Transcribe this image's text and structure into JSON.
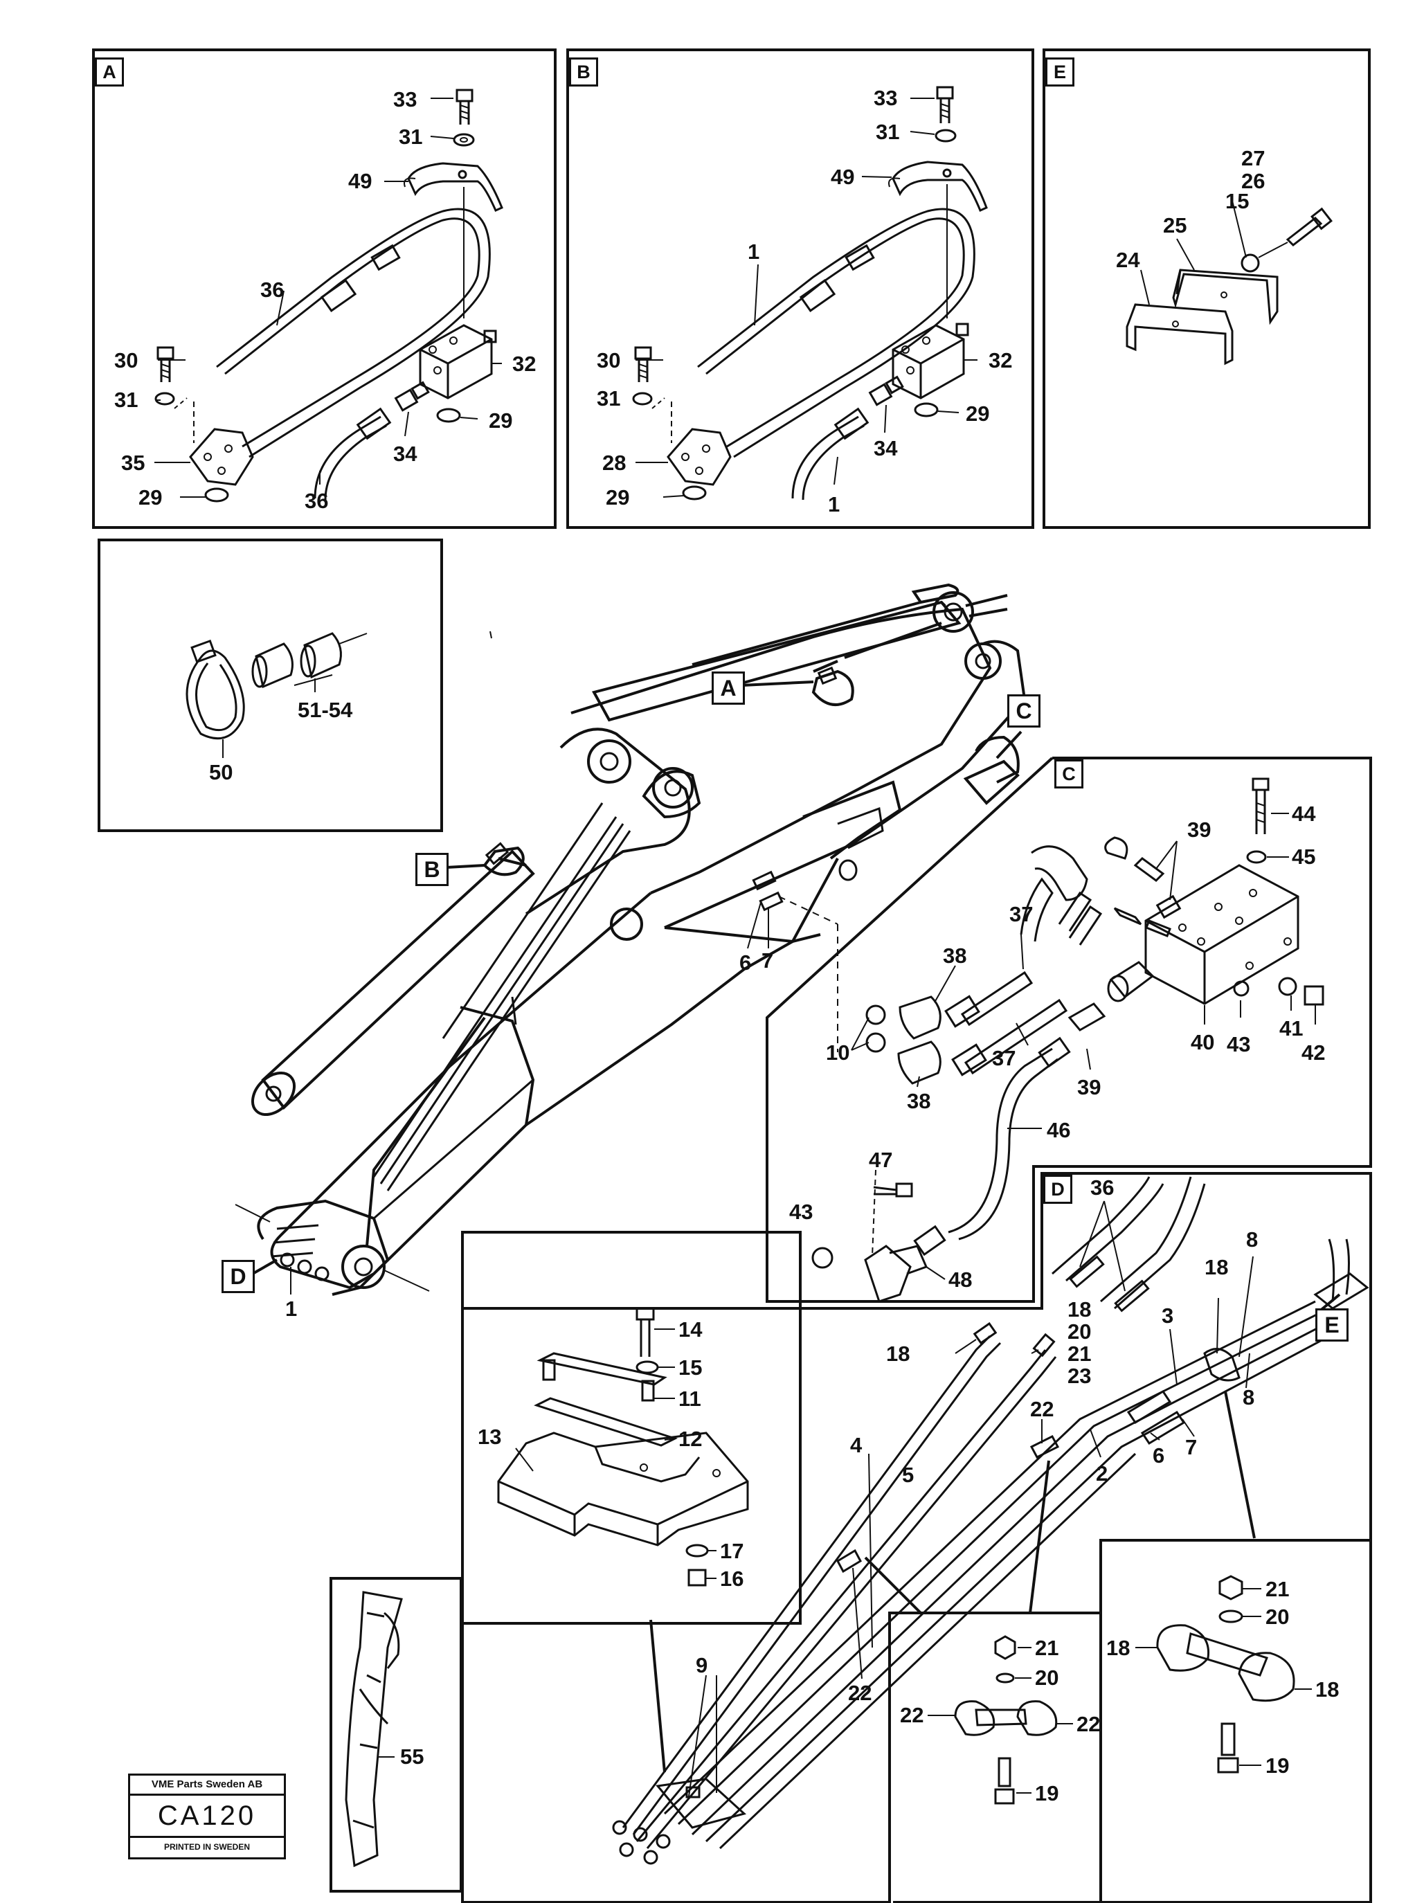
{
  "panels": {
    "A": "A",
    "B": "B",
    "C": "C",
    "D": "D",
    "E": "E"
  },
  "callouts": {
    "A": "A",
    "B": "B",
    "C": "C",
    "D": "D",
    "E": "E"
  },
  "panel_a": {
    "n33": "33",
    "n31a": "31",
    "n49": "49",
    "n36a": "36",
    "n30": "30",
    "n32": "32",
    "n31b": "31",
    "n29a": "29",
    "n34": "34",
    "n35": "35",
    "n29b": "29",
    "n36b": "36"
  },
  "panel_b": {
    "n33": "33",
    "n31a": "31",
    "n49": "49",
    "n1a": "1",
    "n30": "30",
    "n32": "32",
    "n31b": "31",
    "n29a": "29",
    "n34": "34",
    "n28": "28",
    "n29b": "29",
    "n1b": "1"
  },
  "panel_e": {
    "n27": "27",
    "n26": "26",
    "n15": "15",
    "n25": "25",
    "n24": "24"
  },
  "panel_clamp": {
    "n50": "50",
    "n5154": "51-54"
  },
  "boom": {
    "n6": "6",
    "n7": "7",
    "n1": "1"
  },
  "panel_c": {
    "n44": "44",
    "n45": "45",
    "n39a": "39",
    "n37a": "37",
    "n38a": "38",
    "n10": "10",
    "n37b": "37",
    "n38b": "38",
    "n40": "40",
    "n43a": "43",
    "n41": "41",
    "n42": "42",
    "n39b": "39",
    "n46": "46",
    "n47": "47",
    "n43b": "43",
    "n48": "48"
  },
  "panel_mount": {
    "n14": "14",
    "n15": "15",
    "n11": "11",
    "n12": "12",
    "n13": "13",
    "n17": "17",
    "n16": "16"
  },
  "panel_d": {
    "n36": "36",
    "n18a": "18",
    "n20a": "20",
    "n21a": "21",
    "n23": "23",
    "n18b": "18",
    "n8a": "8",
    "n3": "3",
    "n8b": "8",
    "n18c": "18",
    "n22a": "22",
    "n4": "4",
    "n5": "5",
    "n2": "2",
    "n6": "6",
    "n7": "7",
    "n9": "9",
    "n22b": "22"
  },
  "panel_clip_small": {
    "n21": "21",
    "n20": "20",
    "n22l": "22",
    "n22r": "22",
    "n19": "19"
  },
  "panel_clip_large": {
    "n21": "21",
    "n20": "20",
    "n18l": "18",
    "n18r": "18",
    "n19": "19"
  },
  "panel_hose": {
    "n55": "55"
  },
  "stamp": {
    "company": "VME Parts Sweden AB",
    "code": "CA120",
    "printed": "PRINTED IN SWEDEN"
  }
}
